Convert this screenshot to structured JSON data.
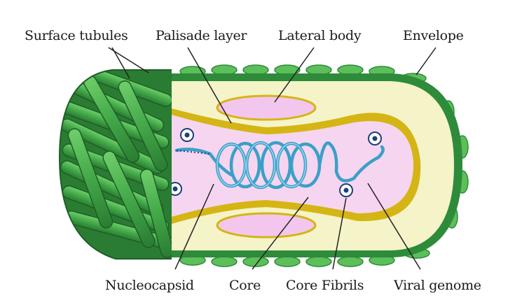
{
  "labels": {
    "surface_tubules": "Surface tubules",
    "palisade_layer": "Palisade layer",
    "lateral_body": "Lateral body",
    "envelope": "Envelope",
    "nucleocapsid": "Nucleocapsid",
    "core": "Core",
    "core_fibrils": "Core Fibrils",
    "viral_genome": "Viral genome"
  },
  "colors": {
    "envelope_green": "#2e8b3a",
    "tubule_green": "#4caf50",
    "palisade_yellow": "#d4b514",
    "inner_pale": "#f5f3c8",
    "core_pink": "#f6d5f0",
    "lateral_pink": "#f3c6ee",
    "genome_blue": "#3aa0c8",
    "fibril_navy": "#1f3f7a"
  }
}
